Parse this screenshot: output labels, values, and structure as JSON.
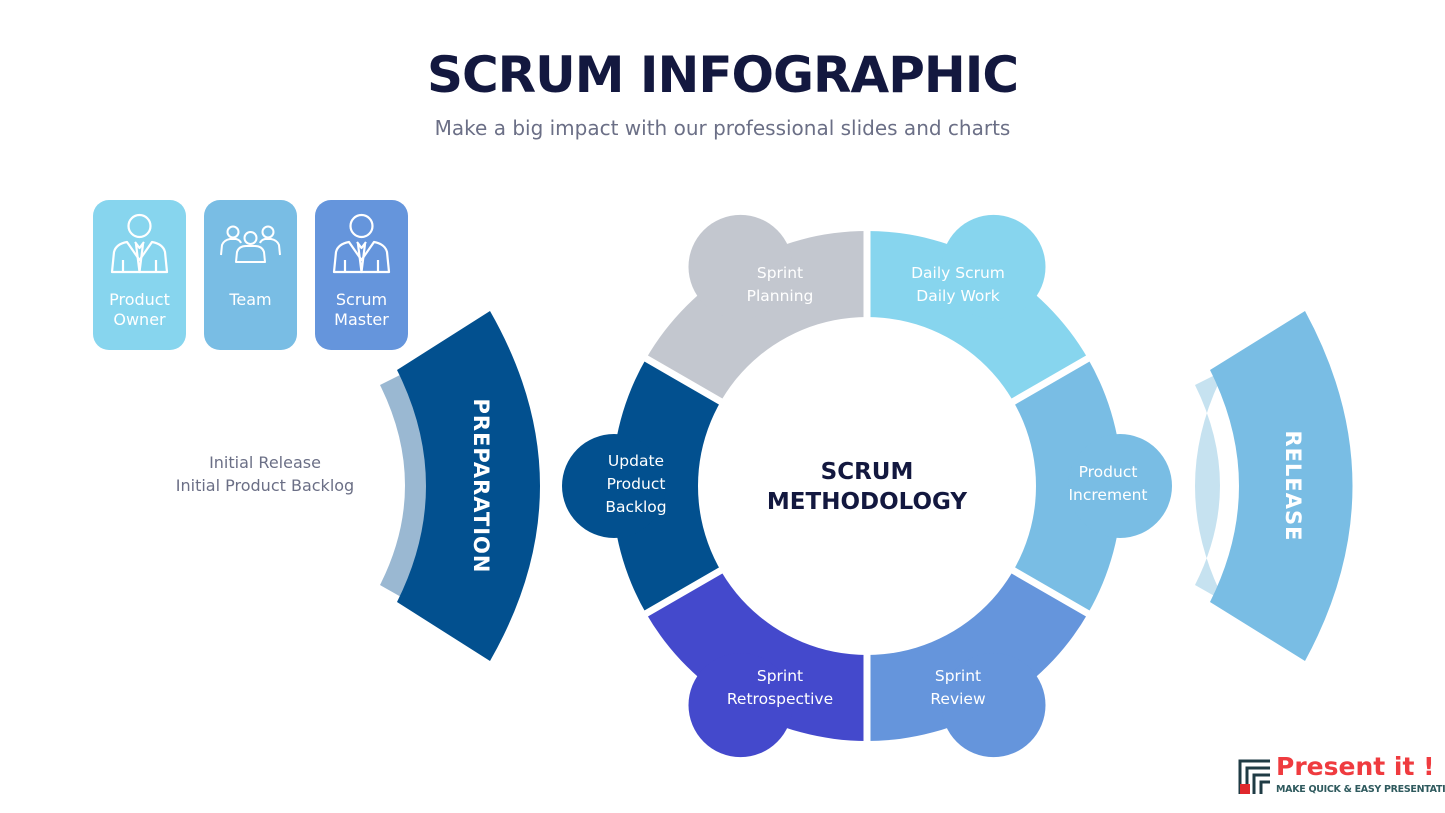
{
  "header": {
    "title": "SCRUM INFOGRAPHIC",
    "subtitle": "Make a big impact with our professional slides and charts"
  },
  "roles": [
    {
      "label_line1": "Product",
      "label_line2": "Owner",
      "icon": "businessman-icon",
      "color": "#87d5ee"
    },
    {
      "label_line1": "Team",
      "label_line2": "",
      "icon": "team-icon",
      "color": "#79bde4"
    },
    {
      "label_line1": "Scrum",
      "label_line2": "Master",
      "icon": "businessman-icon",
      "color": "#6595dc"
    }
  ],
  "preparation": {
    "label": "PREPARATION",
    "notes_line1": "Initial Release",
    "notes_line2": "Initial Product Backlog",
    "color": "#02508f"
  },
  "release": {
    "label": "RELEASE",
    "color": "#79bde4"
  },
  "cycle": {
    "center_line1": "SCRUM",
    "center_line2": "METHODOLOGY",
    "segments": [
      {
        "line1": "Sprint",
        "line2": "Planning",
        "color": "#c3c7cf"
      },
      {
        "line1": "Daily Scrum",
        "line2": "Daily Work",
        "color": "#87d5ee"
      },
      {
        "line1": "Product",
        "line2": "Increment",
        "color": "#79bde4"
      },
      {
        "line1": "Sprint",
        "line2": "Review",
        "color": "#6595dc"
      },
      {
        "line1": "Sprint",
        "line2": "Retrospective",
        "color": "#4449cc"
      },
      {
        "line1": "Update",
        "line2": "Product",
        "line3": "Backlog",
        "color": "#02508f"
      }
    ]
  },
  "logo": {
    "brand": "Present it !",
    "tagline": "MAKE QUICK & EASY PRESENTATIONS"
  }
}
